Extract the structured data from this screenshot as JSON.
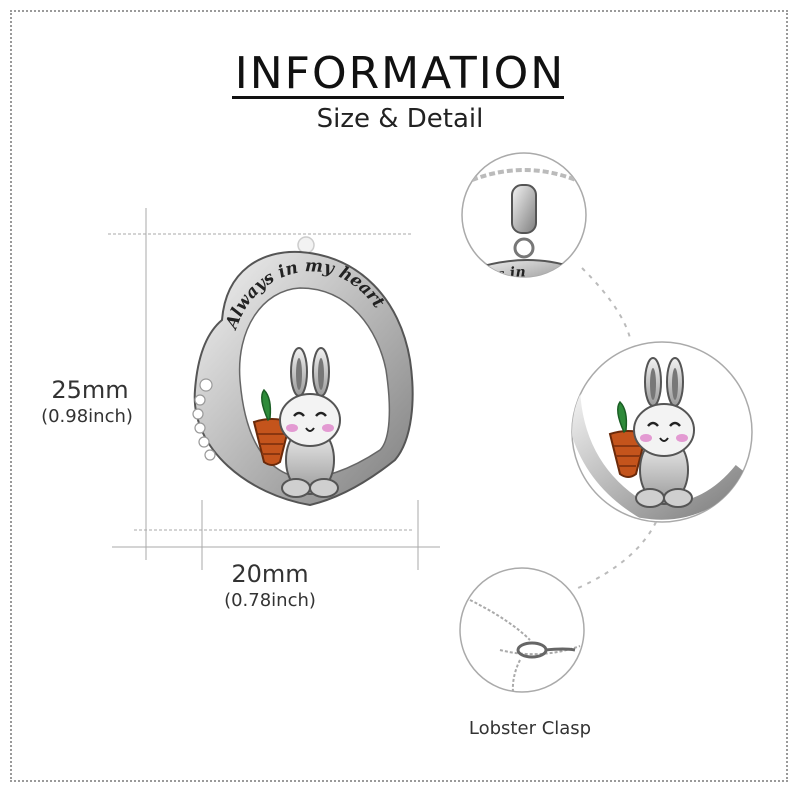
{
  "header": {
    "title": "INFORMATION",
    "subtitle": "Size & Detail"
  },
  "pendant": {
    "engraving": "Always in my heart",
    "detail_engraving": "ys in"
  },
  "dimensions": {
    "height_mm": "25mm",
    "height_in": "(0.98inch)",
    "width_mm": "20mm",
    "width_in": "(0.78inch)"
  },
  "details": {
    "clasp_label": "Lobster Clasp"
  },
  "colors": {
    "silver": "#c8c8c8",
    "carrot": "#c4541c",
    "leaf": "#2e8b3a",
    "blush": "#e39ad2"
  }
}
